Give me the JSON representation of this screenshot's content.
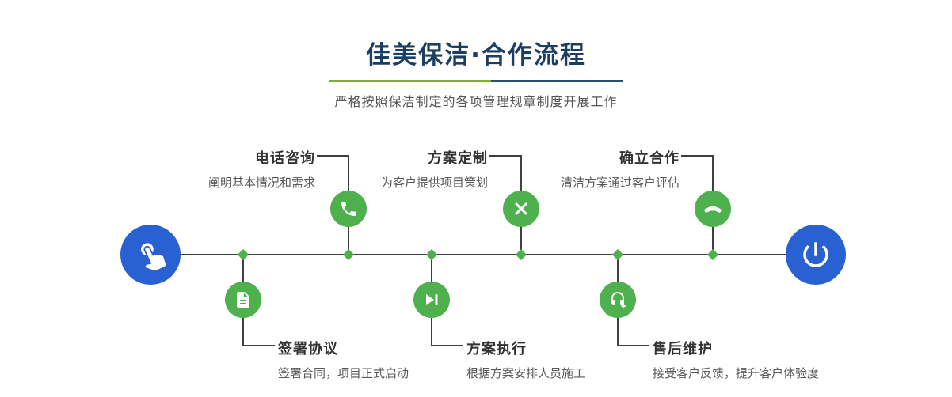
{
  "header": {
    "title": "佳美保洁·合作流程",
    "subtitle": "严格按照保洁制定的各项管理规章制度开展工作"
  },
  "timeline": {
    "start_icon": "hand-pointer-icon",
    "end_icon": "power-icon",
    "steps": [
      {
        "label": "签署协议",
        "description": "签署合同，项目正式启动",
        "icon": "document-icon",
        "position": "bottom"
      },
      {
        "label": "电话咨询",
        "description": "阐明基本情况和需求",
        "icon": "phone-icon",
        "position": "top"
      },
      {
        "label": "方案执行",
        "description": "根据方案安排人员施工",
        "icon": "play-step-icon",
        "position": "bottom"
      },
      {
        "label": "方案定制",
        "description": "为客户提供项目策划",
        "icon": "pencil-ruler-icon",
        "position": "top"
      },
      {
        "label": "售后维护",
        "description": "接受客户反馈，提升客户体验度",
        "icon": "headset-icon",
        "position": "bottom"
      },
      {
        "label": "确立合作",
        "description": "清洁方案通过客户评估",
        "icon": "handshake-icon",
        "position": "top"
      }
    ]
  },
  "colors": {
    "accent_green": "#4eb14e",
    "accent_blue": "#2961d2",
    "title_navy": "#1b3e63",
    "divider_green": "#7fae2f",
    "divider_blue": "#2b4d6f",
    "line": "#404040"
  }
}
